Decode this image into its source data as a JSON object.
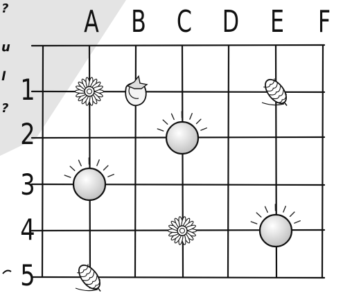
{
  "corner_text": [
    "?",
    "u",
    "l",
    "?"
  ],
  "board": {
    "columns": [
      "A",
      "B",
      "C",
      "D",
      "E",
      "F"
    ],
    "rows": [
      "1",
      "2",
      "3",
      "4",
      "5"
    ],
    "pieces": [
      {
        "kind": "daisy-icon",
        "col": "A",
        "row": "1"
      },
      {
        "kind": "strawberry-icon",
        "col": "B",
        "row": "1"
      },
      {
        "kind": "pinecone-icon",
        "col": "E",
        "row": "1"
      },
      {
        "kind": "sun-icon",
        "col": "C",
        "row": "2"
      },
      {
        "kind": "sun-icon",
        "col": "A",
        "row": "3"
      },
      {
        "kind": "daisy-icon",
        "col": "C",
        "row": "4"
      },
      {
        "kind": "sun-icon",
        "col": "E",
        "row": "4"
      },
      {
        "kind": "pinecone-icon",
        "col": "A",
        "row": "5"
      }
    ]
  }
}
